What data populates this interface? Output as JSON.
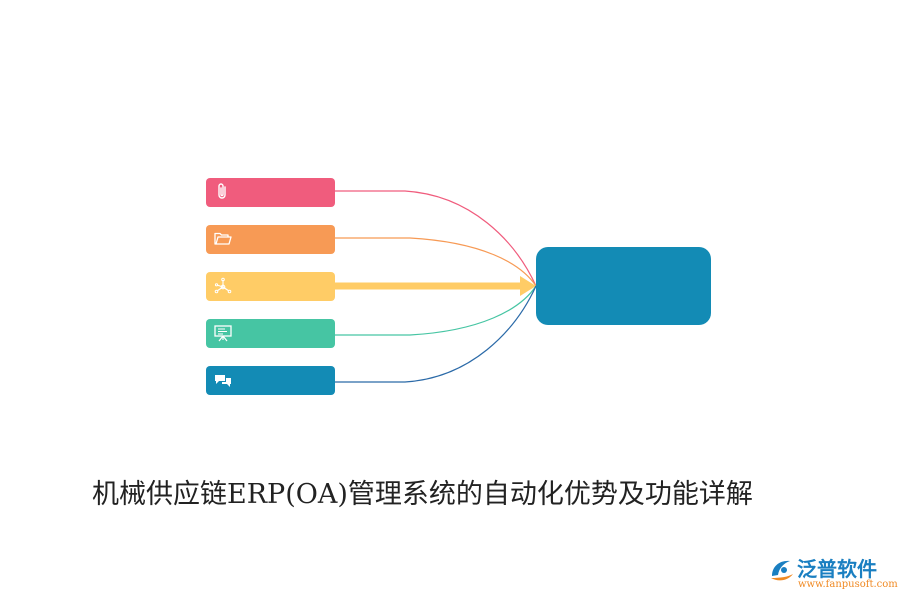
{
  "title": "机械供应链ERP(OA)管理系统的自动化优势及功能详解",
  "hub": {
    "color": "#138bb5"
  },
  "items": [
    {
      "icon": "paperclip-icon",
      "color": "#f05c7d"
    },
    {
      "icon": "folder-icon",
      "color": "#f79a55"
    },
    {
      "icon": "network-icon",
      "color": "#ffcc66"
    },
    {
      "icon": "presentation-board-icon",
      "color": "#46c5a3"
    },
    {
      "icon": "chat-bubbles-icon",
      "color": "#138bb5"
    }
  ],
  "logo": {
    "brand": "泛普软件",
    "url": "www.fanpusoft.com",
    "brand_color": "#1a7fc1",
    "accent_color": "#f08a24"
  }
}
